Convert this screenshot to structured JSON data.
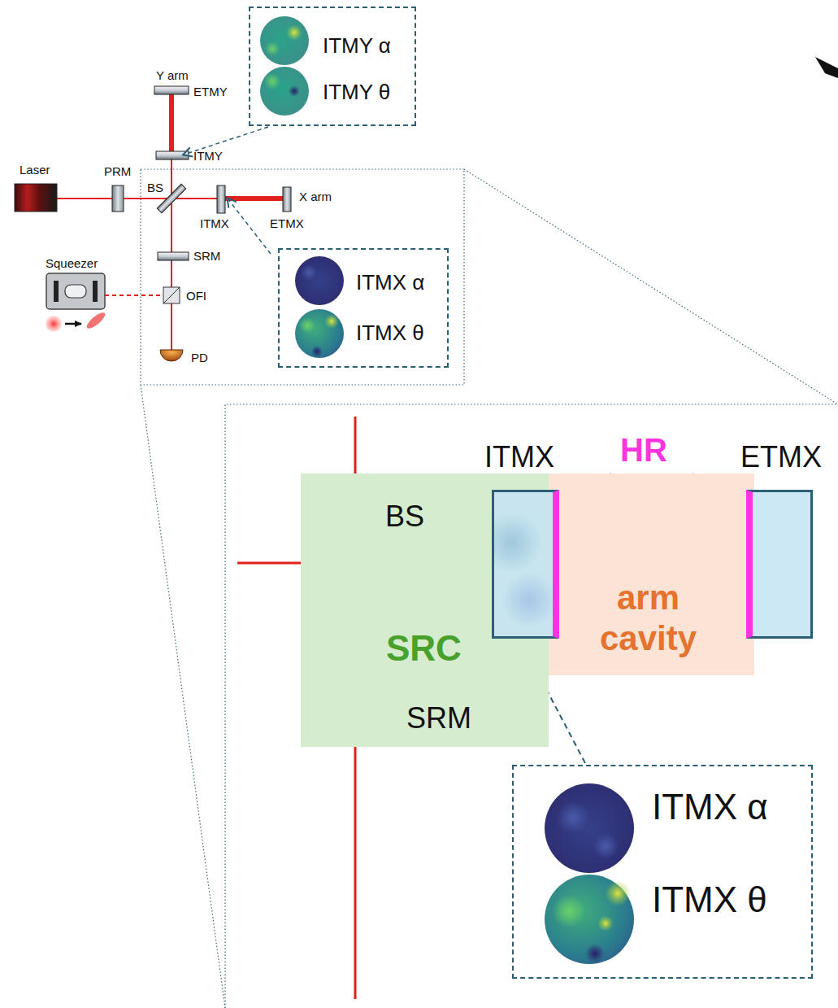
{
  "diagram": {
    "nodes": [
      {
        "text": [
          "ITMY α",
          "ITMY θ"
        ]
      },
      {
        "text": [
          "ITMX α",
          "ITMX θ"
        ]
      },
      {
        "text": [
          "SRC"
        ]
      },
      {
        "text": [
          "arm cavity"
        ]
      },
      {
        "text": [
          "ITMX"
        ]
      },
      {
        "text": [
          "ETMX"
        ]
      },
      {
        "text": [
          "ITMX α",
          "ITMX θ"
        ]
      }
    ],
    "edges": [
      {
        "from": 4,
        "to": 5,
        "arrow": "both"
      },
      {
        "from": 6,
        "to": 4,
        "arrow": "to"
      }
    ],
    "labels": [
      "Y arm",
      "ETMY",
      "ITMY",
      "Laser",
      "PRM",
      "BS",
      "ITMX",
      "X arm",
      "ETMX",
      "Squeezer",
      "SRM",
      "OFI",
      "PD",
      "HR",
      "BS",
      "SRM"
    ]
  }
}
